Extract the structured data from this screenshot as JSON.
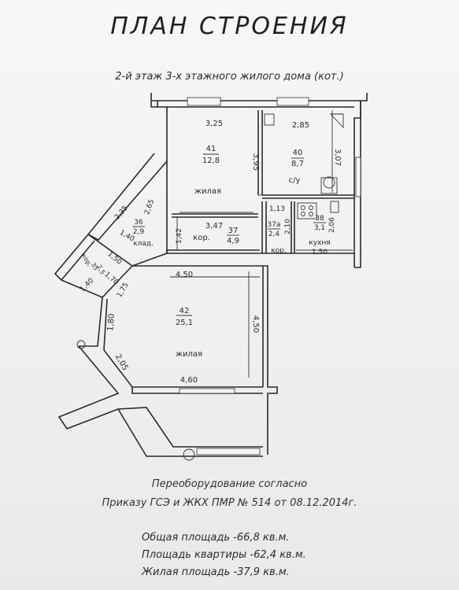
{
  "title": "ПЛАН СТРОЕНИЯ",
  "subtitle": "2-й этаж 3-х этажного жилого дома (кот.)",
  "rooms": {
    "r41": {
      "number": "41",
      "area": "12,8",
      "name": "жилая"
    },
    "r40": {
      "number": "40",
      "area": "8,7",
      "name": "с/у"
    },
    "r37": {
      "number": "37",
      "area": "4,9",
      "name": "кор."
    },
    "r37a": {
      "number": "37а",
      "area": "2,4",
      "name": "кор."
    },
    "r38": {
      "number": "38",
      "area": "3,1",
      "name": "кухня"
    },
    "r36": {
      "number": "36",
      "area": "2,9",
      "name": "клад."
    },
    "r35": {
      "number": "35",
      "area": "2,5",
      "name": "кор."
    },
    "r42": {
      "number": "42",
      "area": "25,1",
      "name": "жилая"
    }
  },
  "dimensions": {
    "d325": "3,25",
    "d285": "2,85",
    "d395": "3,95",
    "d307": "3,07",
    "d113": "1,13",
    "d347": "3,47",
    "d142": "1,42",
    "d210": "2,10",
    "d206": "2,06",
    "d150k": "1,50",
    "d265": "2,65",
    "d235": "2,35",
    "d140a": "1,40",
    "d150b": "1,50",
    "d170": "1,70",
    "d140b": "1,40",
    "d175": "1,75",
    "d450a": "4,50",
    "d180": "1,80",
    "d450b": "4,50",
    "d205": "2,05",
    "d460": "4,60"
  },
  "notes": {
    "line1": "Переоборудование согласно",
    "line2": "Приказу ГСЭ и ЖКХ ПМР № 514 от 08.12.2014г."
  },
  "areas": {
    "total": "Общая площадь -66,8 кв.м.",
    "apartment": "Площадь квартиры -62,4 кв.м.",
    "living": "Жилая площадь -37,9 кв.м."
  }
}
